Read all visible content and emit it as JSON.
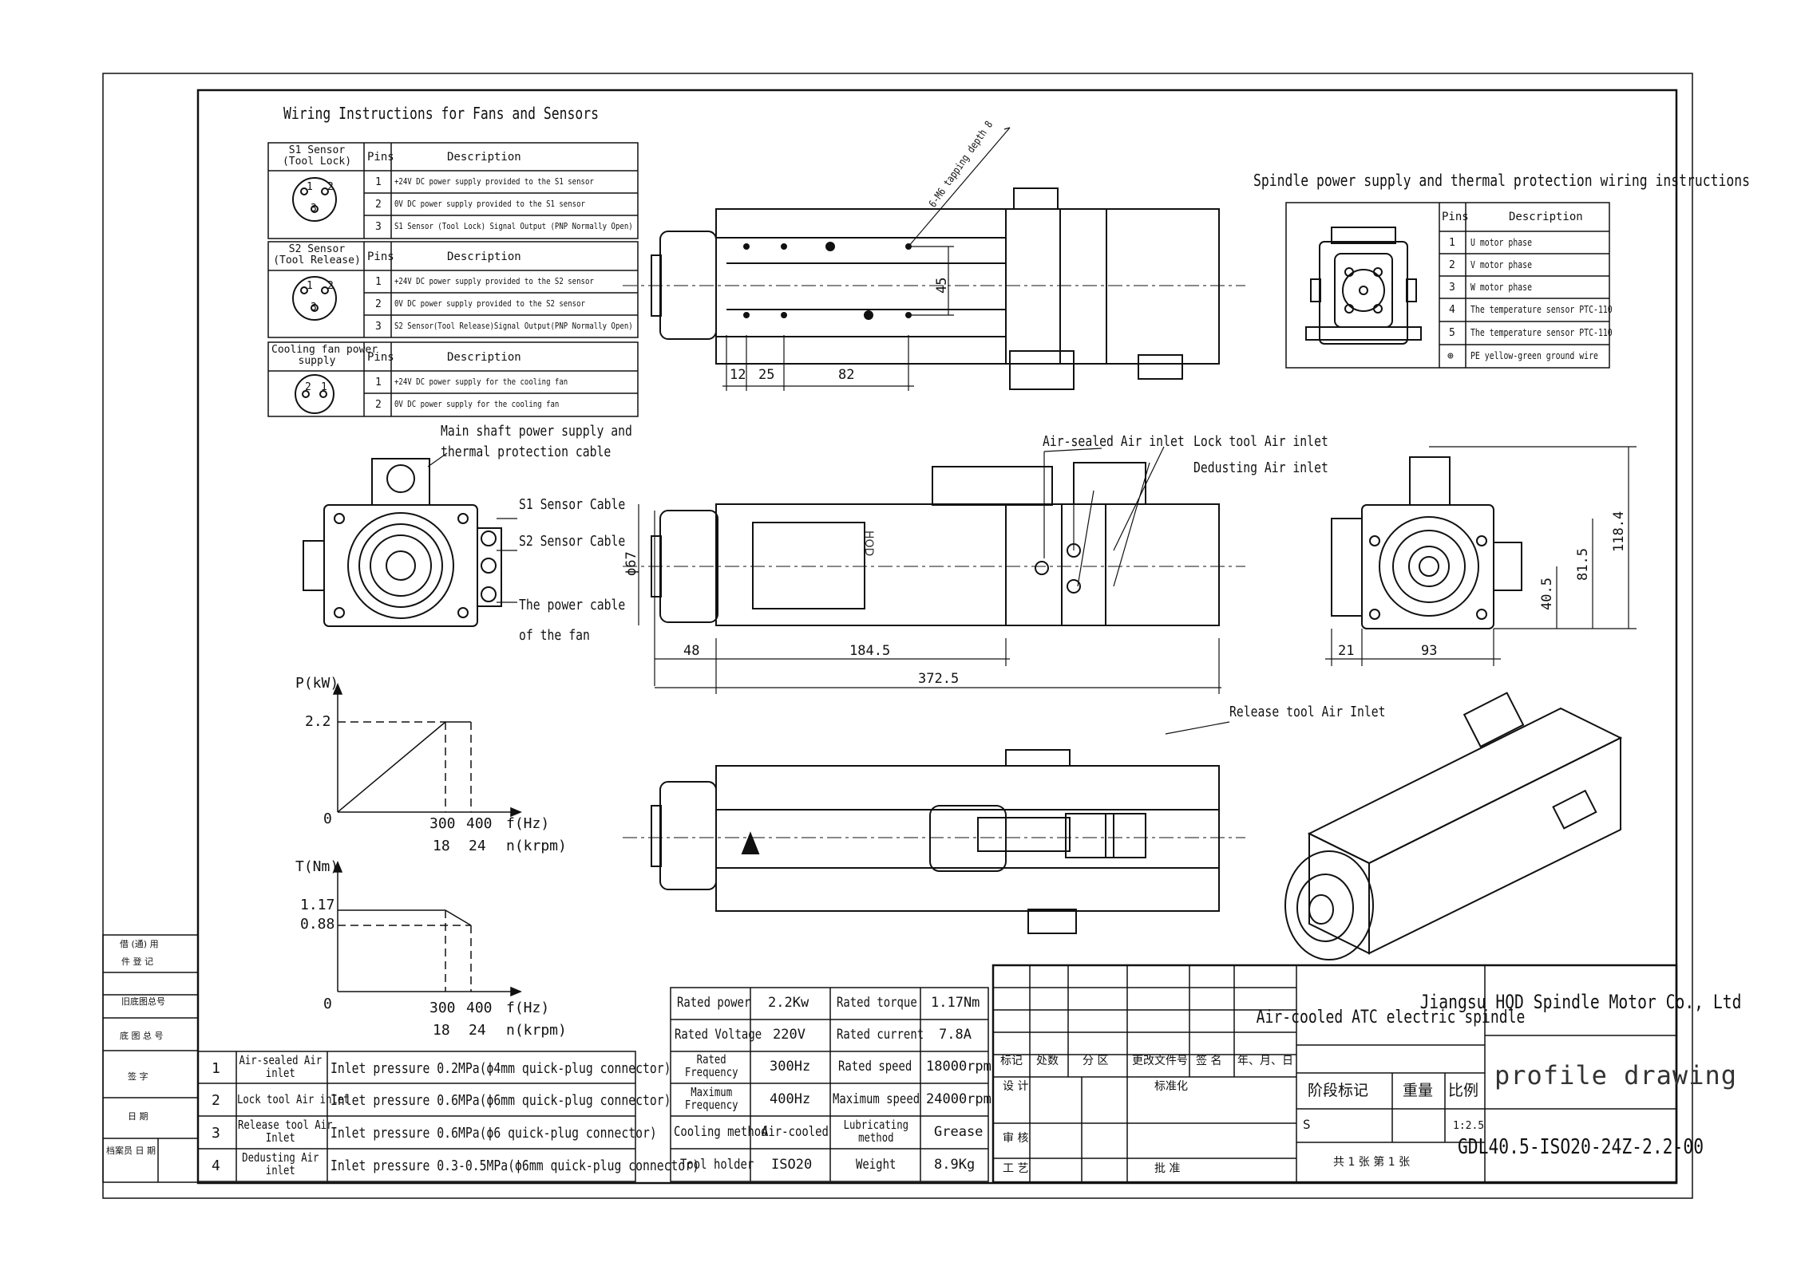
{
  "fan_sensor_section": {
    "title": "Wiring Instructions for Fans and Sensors",
    "groups": [
      {
        "name": "S1 Sensor\n(Tool Lock)",
        "pins_header": "Pins",
        "desc_header": "Description",
        "rows": [
          [
            "1",
            "+24V DC power supply provided to the S1 sensor"
          ],
          [
            "2",
            "0V DC power supply provided to the S1 sensor"
          ],
          [
            "3",
            "S1 Sensor (Tool Lock) Signal Output (PNP Normally Open)"
          ]
        ]
      },
      {
        "name": "S2 Sensor\n(Tool Release)",
        "pins_header": "Pins",
        "desc_header": "Description",
        "rows": [
          [
            "1",
            "+24V DC power supply provided to the S2 sensor"
          ],
          [
            "2",
            "0V DC power supply provided to the S2 sensor"
          ],
          [
            "3",
            "S2 Sensor(Tool Release)Signal Output(PNP Normally Open)"
          ]
        ]
      },
      {
        "name": "Cooling fan power\nsupply",
        "pins_header": "Pins",
        "desc_header": "Description",
        "rows": [
          [
            "1",
            "+24V DC power supply for the cooling fan"
          ],
          [
            "2",
            "0V DC power supply for the cooling fan"
          ]
        ]
      }
    ]
  },
  "spindle_power_section": {
    "title": "Spindle power supply and thermal protection wiring instructions",
    "pins_header": "Pins",
    "desc_header": "Description",
    "rows": [
      [
        "1",
        "U motor phase"
      ],
      [
        "2",
        "V motor phase"
      ],
      [
        "3",
        "W motor phase"
      ],
      [
        "4",
        "The temperature sensor PTC-110"
      ],
      [
        "5",
        "The temperature sensor PTC-110"
      ],
      [
        "⊕",
        "PE yellow-green ground wire"
      ]
    ]
  },
  "connector_pins": {
    "p1": "1",
    "p2": "2",
    "p3": "3"
  },
  "annotations": {
    "tapping": "6-M6 tapping depth 8",
    "main_shaft": "Main shaft power supply and\nthermal protection cable",
    "s1_cable": "S1 Sensor Cable",
    "s2_cable": "S2 Sensor Cable",
    "fan_power": "The power cable\nof the fan",
    "air_sealed": "Air-sealed Air inlet",
    "lock_tool": "Lock tool Air inlet",
    "dedusting": "Dedusting Air inlet",
    "release_tool": "Release tool Air Inlet",
    "hqd_label": "HQD"
  },
  "dimensions": {
    "d12": "12",
    "d25": "25",
    "d82": "82",
    "d45": "45",
    "d48": "48",
    "d184": "184.5",
    "d372": "372.5",
    "d67": "ϕ67",
    "d21": "21",
    "d93": "93",
    "d40": "40.5",
    "d81": "81.5",
    "d118": "118.4"
  },
  "power_chart": {
    "y_label": "P(kW)",
    "x_label": "f(Hz)",
    "x2_label": "n(krpm)",
    "y_tick": "2.2",
    "origin": "0",
    "x_ticks": [
      "300",
      "400"
    ],
    "x2_ticks": [
      "18",
      "24"
    ]
  },
  "torque_chart": {
    "y_label": "T(Nm)",
    "x_label": "f(Hz)",
    "x2_label": "n(krpm)",
    "y_ticks": [
      "1.17",
      "0.88"
    ],
    "origin": "0",
    "x_ticks": [
      "300",
      "400"
    ],
    "x2_ticks": [
      "18",
      "24"
    ]
  },
  "air_table": [
    [
      "1",
      "Air-sealed Air\ninlet",
      "Inlet pressure 0.2MPa(ϕ4mm quick-plug connector)"
    ],
    [
      "2",
      "Lock tool Air inlet",
      "Inlet pressure 0.6MPa(ϕ6mm quick-plug connector)"
    ],
    [
      "3",
      "Release tool Air\nInlet",
      "Inlet pressure 0.6MPa(ϕ6 quick-plug connector)"
    ],
    [
      "4",
      "Dedusting Air\ninlet",
      "Inlet pressure 0.3-0.5MPa(ϕ6mm quick-plug connector)"
    ]
  ],
  "spec_table": [
    [
      "Rated power",
      "2.2Kw",
      "Rated torque",
      "1.17Nm"
    ],
    [
      "Rated Voltage",
      "220V",
      "Rated current",
      "7.8A"
    ],
    [
      "Rated\nFrequency",
      "300Hz",
      "Rated speed",
      "18000rpm"
    ],
    [
      "Maximum\nFrequency",
      "400Hz",
      "Maximum speed",
      "24000rpm"
    ],
    [
      "Cooling method",
      "Air-cooled",
      "Lubricating\nmethod",
      "Grease"
    ],
    [
      "Tool holder",
      "ISO20",
      "Weight",
      "8.9Kg"
    ]
  ],
  "left_margin": [
    "借 (通) 用",
    "件 登 记",
    "旧底图总号",
    "底 图 总 号",
    "签  字",
    "日  期",
    "档案员  日  期"
  ],
  "title_block": {
    "company": "Jiangsu HQD Spindle Motor Co., Ltd",
    "product": "Air-cooled ATC electric spindle",
    "drawing_type": "profile drawing",
    "drawing_no": "GDL40.5-ISO20-24Z-2.2-00",
    "row_headers": [
      "标记",
      "处数",
      "分 区",
      "更改文件号",
      "签 名",
      "年、月、日"
    ],
    "design": "设 计",
    "standardization": "标准化",
    "review": "审 核",
    "process": "工 艺",
    "approve": "批 准",
    "stage": "阶段标记",
    "weight": "重量",
    "scale_label": "比例",
    "stage_value": "S",
    "scale": "1:2.5",
    "sheets": "共 1 张   第 1 张"
  }
}
